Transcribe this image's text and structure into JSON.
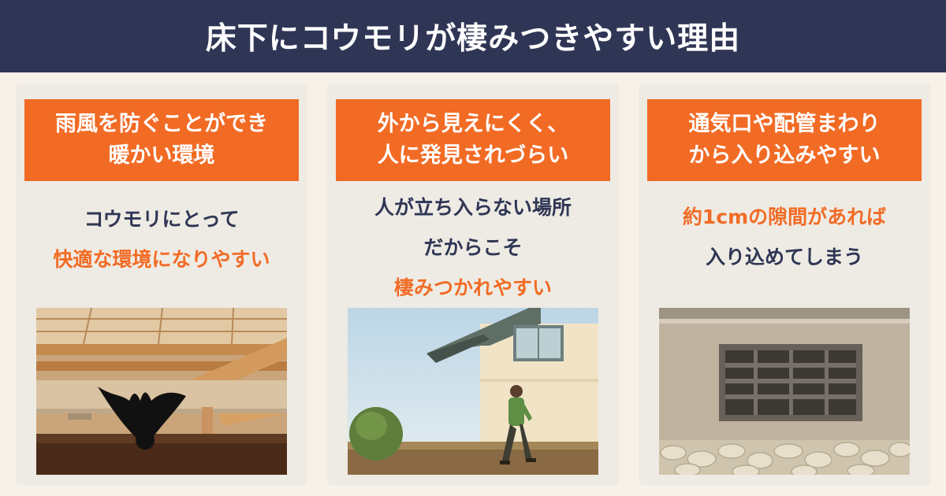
{
  "header": {
    "title": "床下にコウモリが棲みつきやすい理由"
  },
  "cards": [
    {
      "heading_lines": [
        "雨風を防ぐことができ",
        "暖かい環境"
      ],
      "body_lines": [
        {
          "text": "コウモリにとって",
          "accent": false
        },
        {
          "text": "快適な環境になりやすい",
          "accent": true
        }
      ],
      "illustration": "bat-under-floor"
    },
    {
      "heading_lines": [
        "外から見えにくく、",
        "人に発見されづらい"
      ],
      "body_lines": [
        {
          "text": "人が立ち入らない場所",
          "accent": false
        },
        {
          "text": "だからこそ",
          "accent": false
        },
        {
          "text": "棲みつかれやすい",
          "accent": true
        }
      ],
      "illustration": "house-and-person"
    },
    {
      "heading_lines": [
        "通気口や配管まわり",
        "から入り込みやすい"
      ],
      "body_lines": [
        {
          "text": "約1cmの隙間があれば",
          "accent": true
        },
        {
          "text": "入り込めてしまう",
          "accent": false
        }
      ],
      "illustration": "foundation-vent"
    }
  ],
  "colors": {
    "header_bg": "#2f3655",
    "accent": "#f26b25",
    "card_bg": "#eeebe4",
    "page_bg": "#f7f1e8",
    "text_dark": "#2f3655"
  }
}
